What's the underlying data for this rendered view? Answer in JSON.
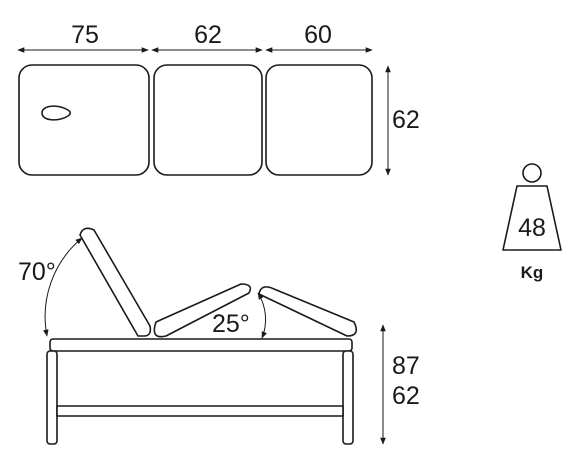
{
  "top_view": {
    "widths": [
      "75",
      "62",
      "60"
    ],
    "depth": "62"
  },
  "side_view": {
    "backrest_angle": "70°",
    "legrest_angle": "25°",
    "height_max": "87",
    "height_min": "62"
  },
  "weight": {
    "value": "48",
    "unit": "Kg"
  }
}
